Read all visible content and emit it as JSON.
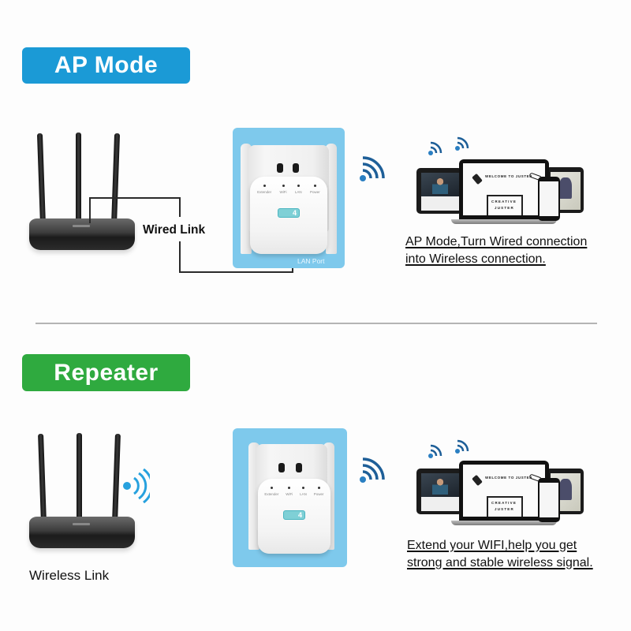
{
  "sections": {
    "ap_mode": {
      "badge_label": "AP Mode",
      "badge_color": "#1b9ad6",
      "link_label": "Wired Link",
      "port_label": "LAN Port",
      "description_lines": [
        "AP Mode,Turn Wired connection",
        "into Wireless connection."
      ]
    },
    "repeater": {
      "badge_label": "Repeater",
      "badge_color": "#2faa3f",
      "link_label": "Wireless Link",
      "description_lines": [
        "Extend your WIFI,help you get",
        "strong and stable wireless signal."
      ]
    }
  },
  "extender": {
    "leds": [
      "Extender",
      "WiFi",
      "LAN",
      "Power"
    ],
    "ac_badge": "4",
    "panel_color": "#7ec9ec"
  },
  "devices_screen": {
    "site_title": "WELCOME TO JUSTER",
    "box_line1": "CREATIVE",
    "box_line2": "JUSTER"
  },
  "icons": [
    "router-icon",
    "wifi-signal-icon",
    "wifi-extender-icon",
    "devices-icon"
  ]
}
